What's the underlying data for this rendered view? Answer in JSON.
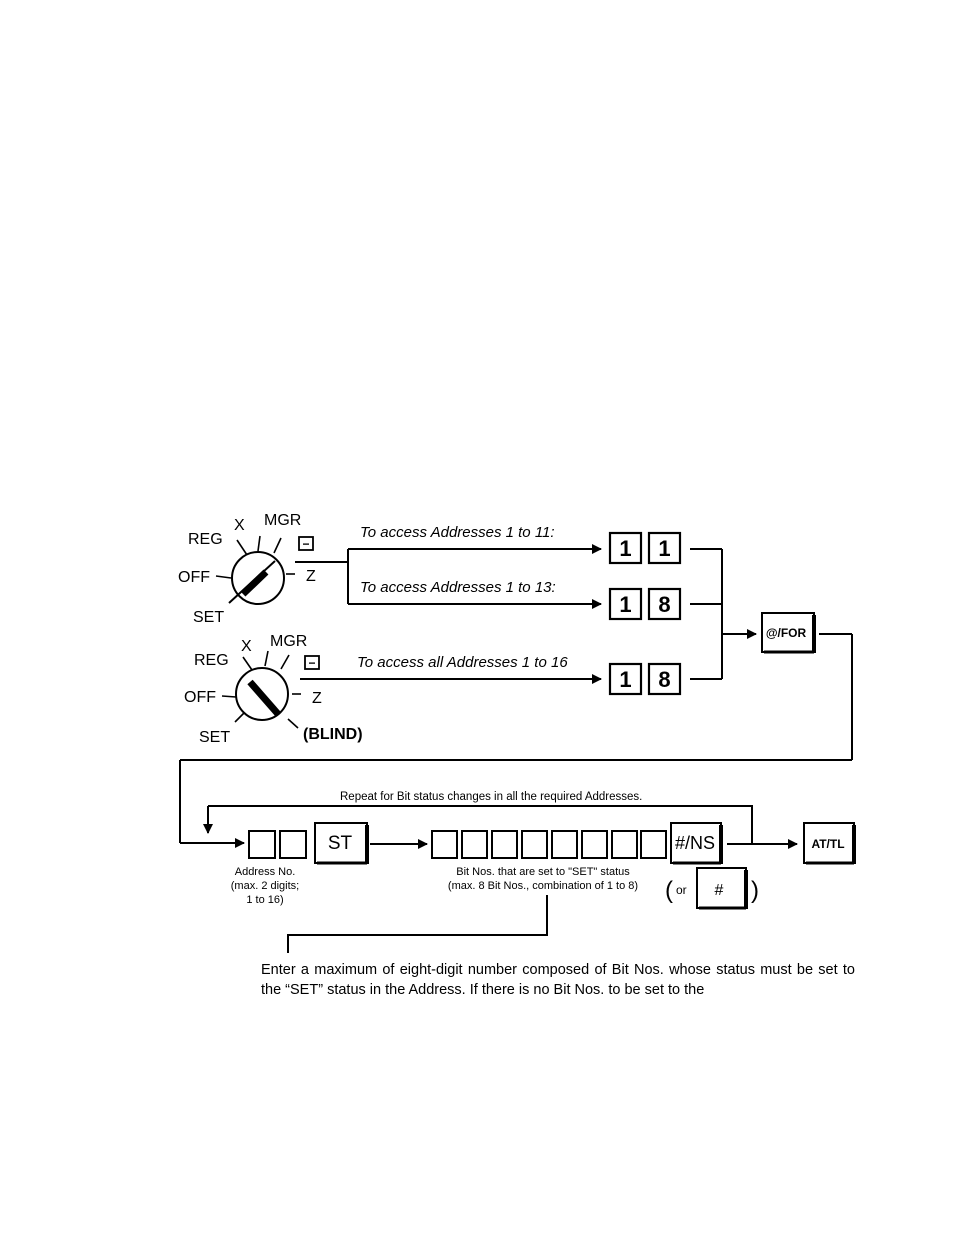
{
  "switch1": {
    "labels": {
      "reg": "REG",
      "x": "X",
      "mgr": "MGR",
      "off": "OFF",
      "z": "Z",
      "set": "SET",
      "minus": "−"
    }
  },
  "switch2": {
    "labels": {
      "reg": "REG",
      "x": "X",
      "mgr": "MGR",
      "off": "OFF",
      "z": "Z",
      "set": "SET",
      "minus": "−",
      "blind": "(BLIND)"
    }
  },
  "routes": [
    {
      "label": "To access Addresses 1 to 11:",
      "keys": [
        "1",
        "1"
      ]
    },
    {
      "label": "To access Addresses 1 to 13:",
      "keys": [
        "1",
        "8"
      ]
    },
    {
      "label": "To access all Addresses 1 to 16",
      "keys": [
        "1",
        "8"
      ]
    }
  ],
  "keys": {
    "for": "@/FOR",
    "st": "ST",
    "ns": "#/NS",
    "hash": "#",
    "attl": "AT/TL"
  },
  "repeat_label": "Repeat for Bit status changes in all the required Addresses.",
  "address_caption": [
    "Address No.",
    "(max. 2 digits;",
    "1 to 16)"
  ],
  "bits_caption": [
    "Bit Nos. that are set to \"SET\" status",
    "(max. 8 Bit Nos., combination of 1 to 8)"
  ],
  "or_caption": {
    "open": "(",
    "or": "or",
    "close": ")"
  },
  "note_text": "Enter a maximum of eight-digit number composed of Bit Nos. whose status must be set to the “SET” status in the Address.  If there is no Bit Nos. to be set to the"
}
